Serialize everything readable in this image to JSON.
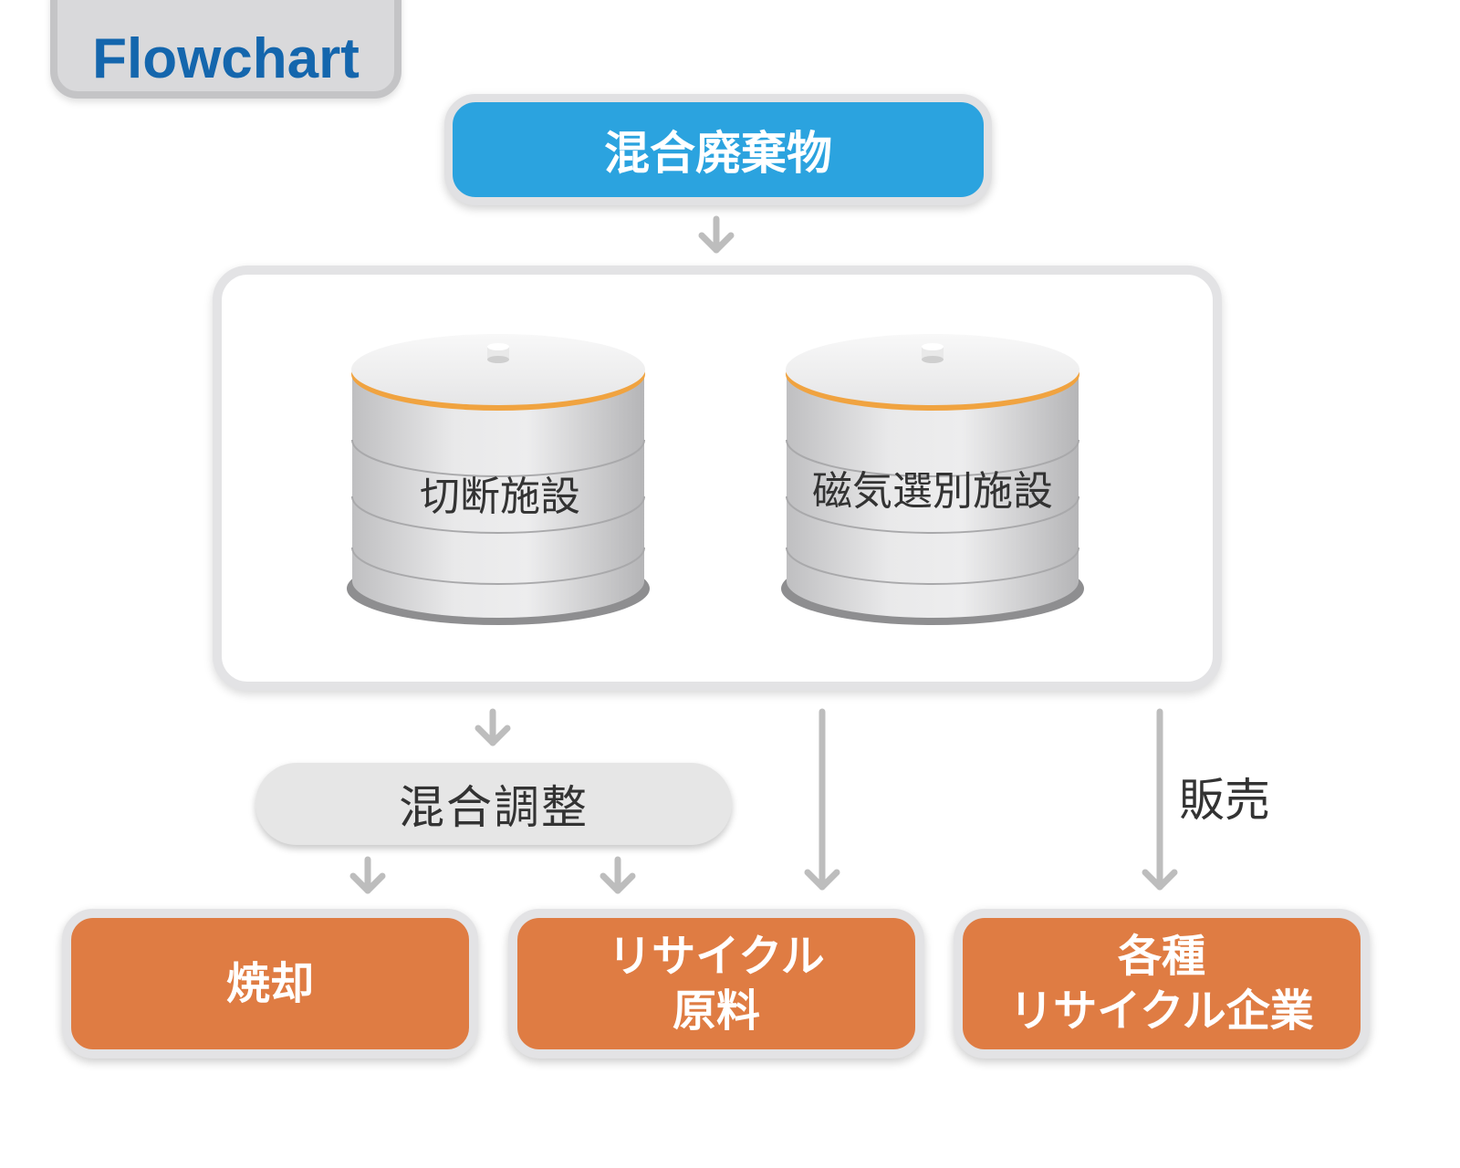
{
  "header": {
    "title": "Flowchart"
  },
  "input": {
    "label": "混合廃棄物"
  },
  "facilities": [
    {
      "label": "切断施設"
    },
    {
      "label": "磁気選別施設"
    }
  ],
  "mix_step": {
    "label": "混合調整"
  },
  "sale_label": "販売",
  "outputs": [
    {
      "lines": [
        "焼却"
      ]
    },
    {
      "lines": [
        "リサイクル",
        "原料"
      ]
    },
    {
      "lines": [
        "各種",
        "リサイクル企業"
      ]
    }
  ],
  "colors": {
    "title_text": "#1466ad",
    "input_box": "#2ba3df",
    "output_box": "#df7c43",
    "tank_rim": "#f0a340",
    "arrow": "#bdbdbd"
  }
}
